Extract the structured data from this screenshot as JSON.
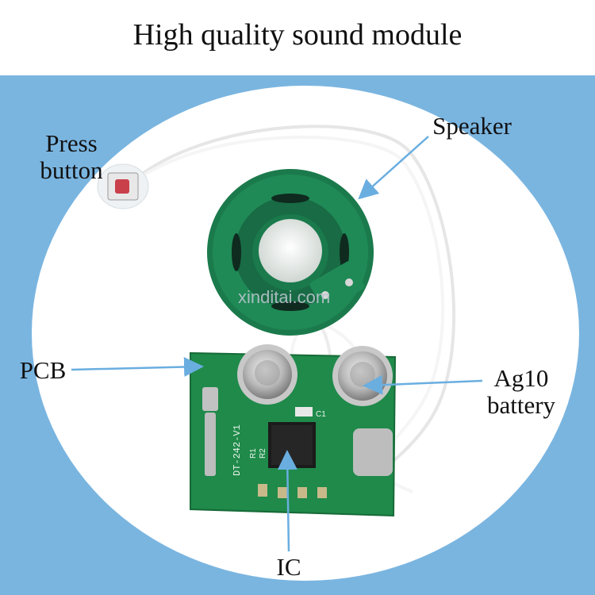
{
  "title": "High quality sound module",
  "labels": {
    "press_button_line1": "Press",
    "press_button_line2": "button",
    "speaker": "Speaker",
    "pcb": "PCB",
    "battery_line1": "Ag10",
    "battery_line2": "battery",
    "ic": "IC"
  },
  "watermark": "xinditai.com",
  "pcb_marking": "DT-242-V1",
  "components": {
    "c1": "C1",
    "r1": "R1",
    "r2": "R2"
  },
  "colors": {
    "background_outer": "#7ab5e0",
    "ellipse": "#ffffff",
    "pcb_green": "#1f8a4a",
    "speaker_green": "#1a7a4a",
    "arrow": "#6aaee0"
  }
}
